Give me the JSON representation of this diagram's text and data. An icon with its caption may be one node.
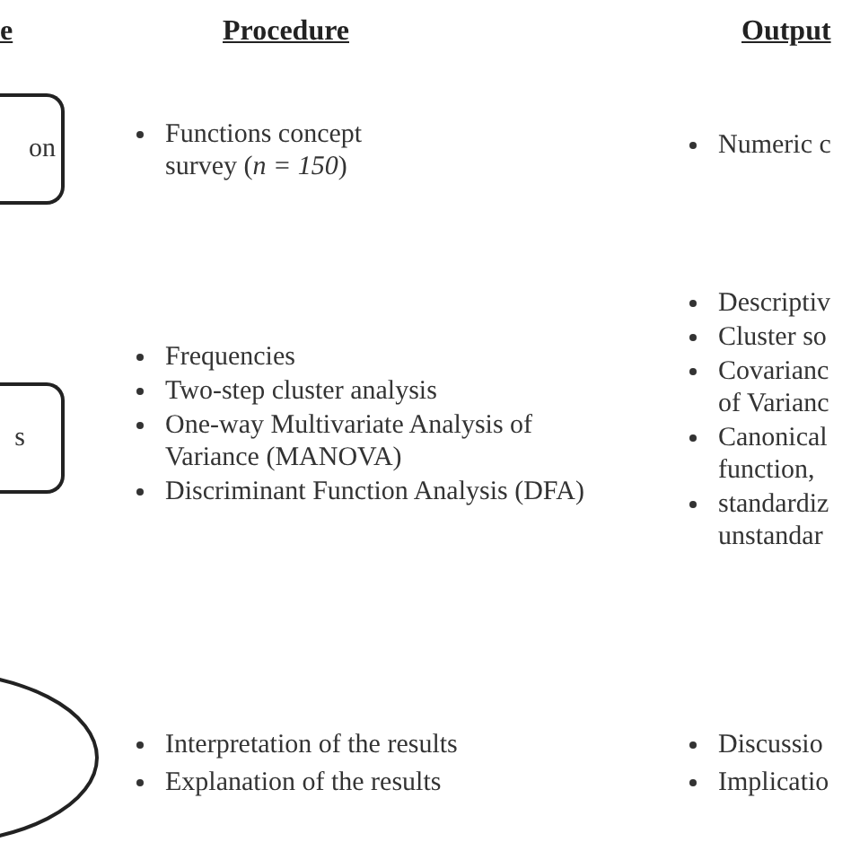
{
  "diagram": {
    "nodes": [
      {
        "text": [
          "on"
        ]
      },
      {
        "text": [
          "s"
        ]
      },
      {
        "text": [],
        "shape": "ellipse"
      }
    ],
    "labels": [
      "e",
      "Procedure",
      "Output",
      "Functions concept survey (*n = 150*)",
      "Numeric c",
      "Descriptiv",
      "Cluster so",
      "Covarianc of Varianc",
      "Canonical function,",
      "standardiz unstandar",
      "Frequencies",
      "Two-step cluster analysis",
      "One-way Multivariate Analysis of Variance (MANOVA)",
      "Discriminant Function Analysis (DFA)",
      "Interpretation of the results",
      "Explanation of the results",
      "Discussio",
      "Implicatio"
    ]
  }
}
